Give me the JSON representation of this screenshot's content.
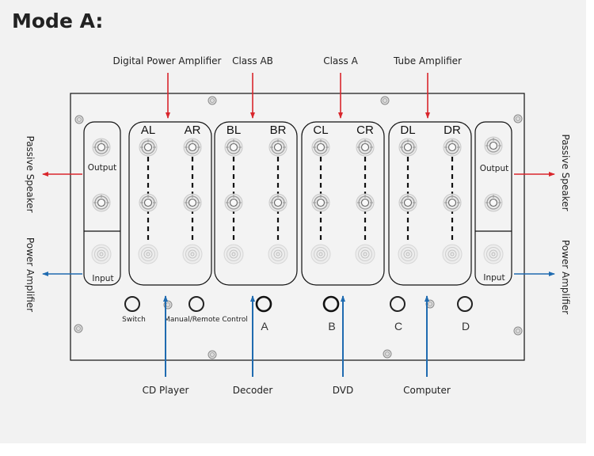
{
  "title": "Mode A:",
  "colors": {
    "output_arrow": "#d9262c",
    "input_arrow": "#1f6bb0",
    "panel_stroke": "#111111",
    "background": "#f2f2f2"
  },
  "top_labels": [
    "Digital Power Amplifier",
    "Class AB",
    "Class A",
    "Tube Amplifier"
  ],
  "bottom_labels": [
    "CD Player",
    "Decoder",
    "DVD",
    "Computer"
  ],
  "left_side": {
    "output_label": "Passive Speaker",
    "input_label": "Power Amplifier",
    "box_output": "Output",
    "box_input": "Input"
  },
  "right_side": {
    "output_label": "Passive Speaker",
    "input_label": "Power Amplifier",
    "box_output": "Output",
    "box_input": "Input"
  },
  "groups": [
    {
      "left": "AL",
      "right": "AR"
    },
    {
      "left": "BL",
      "right": "BR"
    },
    {
      "left": "CL",
      "right": "CR"
    },
    {
      "left": "DL",
      "right": "DR"
    }
  ],
  "controls": {
    "switch_label": "Switch",
    "mode_label": "Manual/Remote Control"
  },
  "selectors": [
    "A",
    "B",
    "C",
    "D"
  ],
  "icons": {
    "jack": "rca-jack-icon",
    "screw": "screw-icon",
    "button": "round-button-icon"
  }
}
